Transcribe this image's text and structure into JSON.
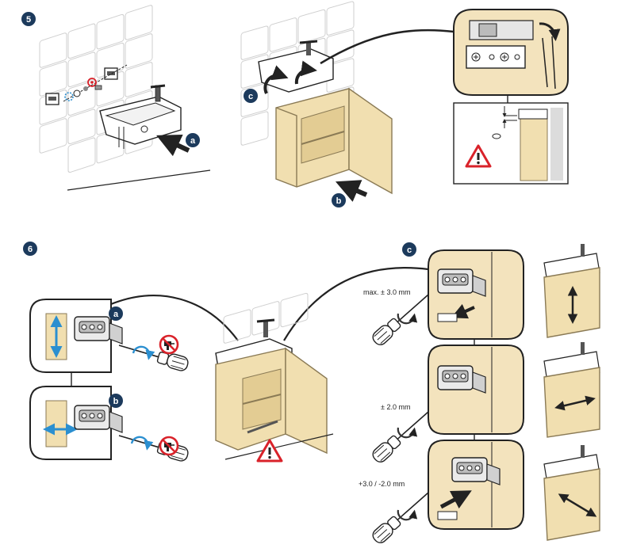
{
  "colors": {
    "navy": "#1c3a5c",
    "wood": "#f1dfb0",
    "wood_edge": "#8a7a55",
    "callout_bg": "#f3e3bd",
    "tile_stroke": "#c8c8c8",
    "line": "#222222",
    "warn_red": "#d9222a",
    "blue_arrow": "#2b8fd0"
  },
  "steps": [
    {
      "number": "5",
      "badges": [
        "a",
        "b",
        "c"
      ]
    },
    {
      "number": "6",
      "badges": [
        "a",
        "b",
        "c"
      ]
    }
  ],
  "measurements": [
    "max. ± 3.0 mm",
    "± 2.0 mm",
    "+3.0 / -2.0 mm"
  ],
  "icons": [
    "warning-triangle-icon",
    "no-power-drill-icon",
    "screwdriver-icon",
    "hinge-icon",
    "double-arrow-icon",
    "rotation-arrow-icon"
  ]
}
